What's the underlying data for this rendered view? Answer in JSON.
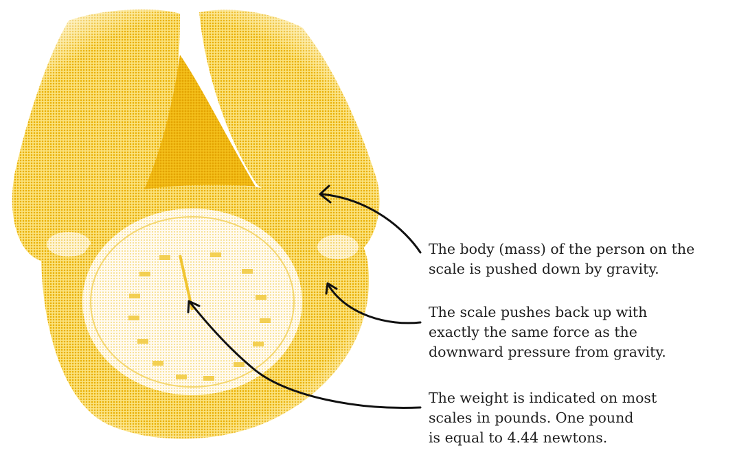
{
  "colors": {
    "illustration_yellow": "#f3c21a",
    "illustration_highlight": "#fbe691",
    "dial_face": "#fff7d2",
    "arrow_ink": "#111111",
    "caption_text": "#1f1f1f"
  },
  "annotations": [
    {
      "id": "body",
      "text": "The body (mass) of the person on the\nscale is pushed down by gravity."
    },
    {
      "id": "scale",
      "text": "The scale pushes back up with\nexactly the same force as the\ndownward pressure from gravity."
    },
    {
      "id": "weight",
      "text": "The weight is indicated on most\nscales in pounds. One pound\nis equal to 4.44 newtons."
    }
  ]
}
